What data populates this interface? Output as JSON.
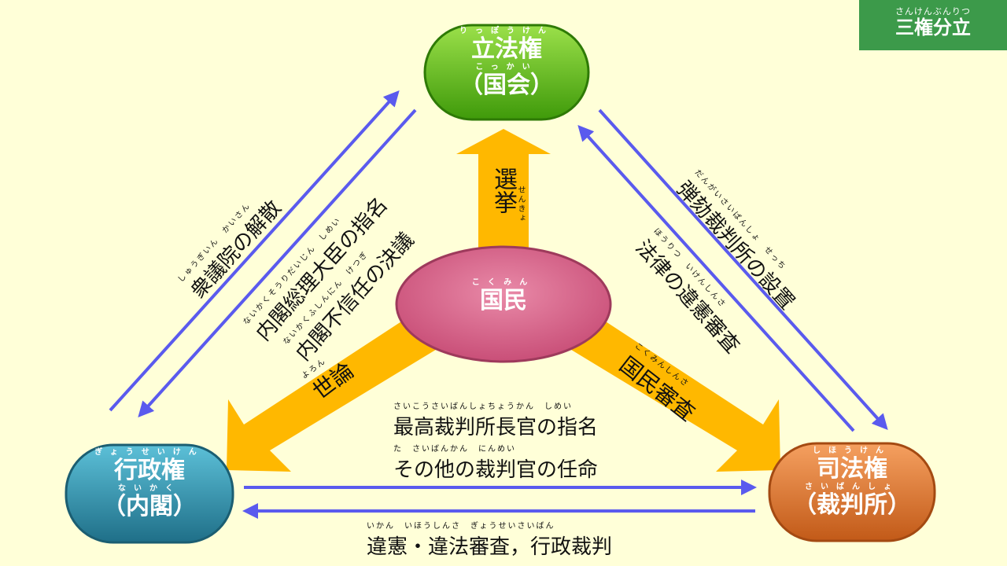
{
  "badge": {
    "ruby": "さんけんぶんりつ",
    "title": "三権分立"
  },
  "nodes": {
    "legislative": {
      "ruby1": "りっぽうけん",
      "line1": "立法権",
      "ruby2": "こっかい",
      "line2": "（国会）"
    },
    "executive": {
      "ruby1": "ぎょうせいけん",
      "line1": "行政権",
      "ruby2": "ないかく",
      "line2": "（内閣）"
    },
    "judicial": {
      "ruby1": "しほうけん",
      "line1": "司法権",
      "ruby2": "さいばんしょ",
      "line2": "（裁判所）"
    },
    "people": {
      "ruby": "こくみん",
      "label": "国民"
    }
  },
  "labels": {
    "election": {
      "text": "選挙",
      "ruby": "せんきょ"
    },
    "public_opinion": {
      "text": "世論",
      "ruby": "よろん"
    },
    "national_review": {
      "text": "国民審査",
      "ruby": "こくみんしんさ"
    },
    "dissolution": {
      "text": "衆議院の解散",
      "ruby": "しゅうぎいん　かいさん"
    },
    "pm_nomination": {
      "text": "内閣総理大臣の指名",
      "ruby": "ないかくそうりだいじん　しめい"
    },
    "no_confidence": {
      "text": "内閣不信任の決議",
      "ruby": "ないかくふしんにん　けつぎ"
    },
    "impeachment": {
      "text": "弾劾裁判所の設置",
      "ruby": "だんがいさいばんしょ　せっち"
    },
    "constitutional_review": {
      "text": "法律の違憲審査",
      "ruby": "ほうりつ　いけんしんさ"
    },
    "chief_justice": {
      "text": "最高裁判所長官の指名",
      "ruby": "さいこうさいばんしょちょうかん　しめい"
    },
    "other_judges": {
      "text": "その他の裁判官の任命",
      "ruby": "た　さいばんかん　にんめい"
    },
    "review": {
      "text": "違憲・違法審査，行政裁判",
      "ruby": "いかん　いほうしんさ　ぎょうせいさいばん"
    }
  },
  "colors": {
    "legislative": "#5cb514",
    "executive": "#2f8ea8",
    "judicial": "#e0752a",
    "people": "#dc6a8e",
    "thick_arrow": "#ffb800",
    "thin_arrow": "#5a5aee",
    "badge": "#3c9a4a"
  }
}
